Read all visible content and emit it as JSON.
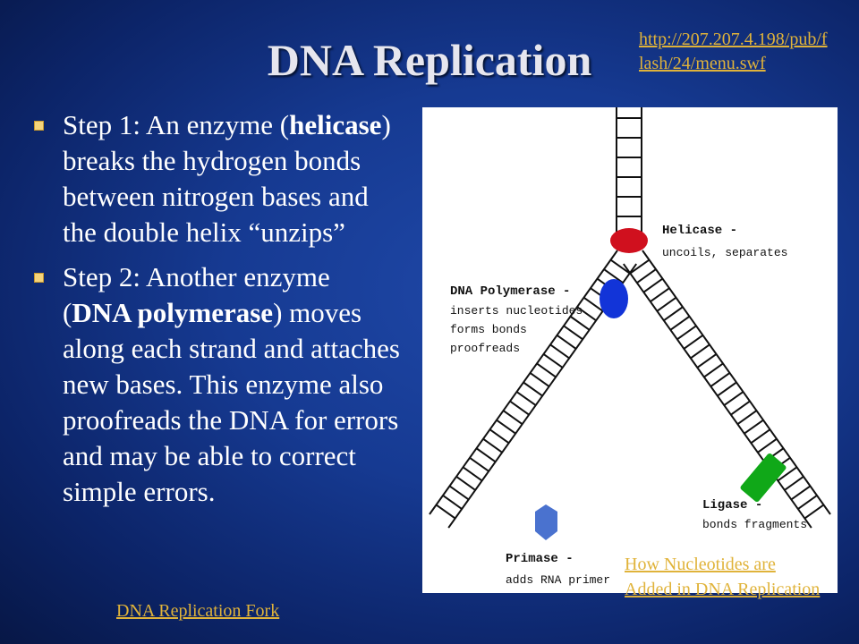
{
  "slide": {
    "title": "DNA Replication",
    "top_link": "http://207.207.4.198/pub/flash/24/menu.swf",
    "bullets": [
      {
        "pre": "Step 1: An enzyme (",
        "bold": "helicase",
        "post": ") breaks the hydrogen bonds between nitrogen bases and the double helix “unzips”"
      },
      {
        "pre": "Step 2: Another enzyme (",
        "bold": "DNA polymerase",
        "post": ") moves along each strand and attaches new bases. This enzyme also proofreads the DNA for errors and may be able to correct simple errors."
      }
    ],
    "link_bottom_left": "DNA Replication Fork",
    "link_bottom_right": "How Nucleotides are Added in DNA Replication"
  },
  "diagram": {
    "helicase": {
      "name": "Helicase",
      "dash": " -",
      "desc": [
        "uncoils, separates"
      ]
    },
    "polymerase": {
      "name": "DNA Polymerase",
      "dash": " -",
      "desc": [
        "inserts nucleotides",
        "forms bonds",
        "proofreads"
      ]
    },
    "ligase": {
      "name": "Ligase",
      "dash": " -",
      "desc": [
        "bonds fragments"
      ]
    },
    "primase": {
      "name": "Primase",
      "dash": " -",
      "desc": [
        "adds RNA primer"
      ]
    },
    "colors": {
      "helicase": "#d0101e",
      "polymerase": "#1234d8",
      "ligase": "#10a818",
      "primase": "#4a72cf"
    }
  }
}
